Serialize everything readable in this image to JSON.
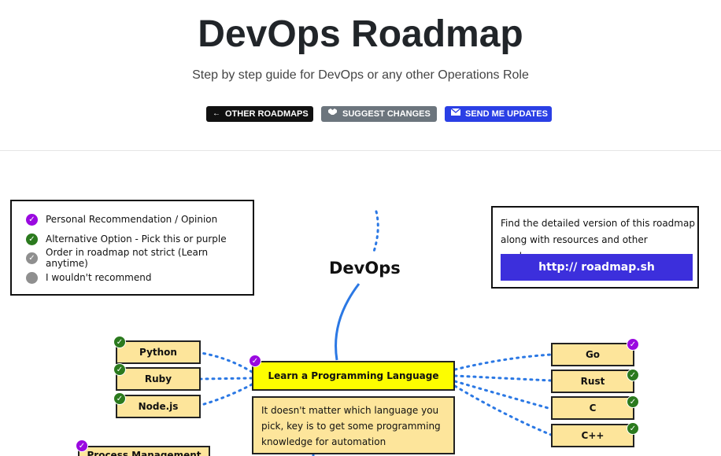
{
  "header": {
    "title": "DevOps Roadmap",
    "subtitle": "Step by step guide for DevOps or any other Operations Role",
    "buttons": {
      "other_roadmaps": "OTHER ROADMAPS",
      "suggest_changes": "SUGGEST CHANGES",
      "send_updates": "SEND ME UPDATES"
    }
  },
  "legend": {
    "items": [
      {
        "label": "Personal Recommendation / Opinion",
        "color": "purple"
      },
      {
        "label": "Alternative Option - Pick this or purple",
        "color": "green"
      },
      {
        "label": "Order in roadmap not strict (Learn anytime)",
        "color": "grey"
      },
      {
        "label": "I wouldn't recommend",
        "color": "grey"
      }
    ]
  },
  "info": {
    "text": "Find the detailed version of this roadmap along with resources and other roadmaps",
    "link": "http:// roadmap.sh"
  },
  "diagram": {
    "root": "DevOps",
    "main_topic": "Learn a Programming Language",
    "description": "It doesn't matter which language you pick, key is to get some programming knowledge for automation",
    "left_items": [
      "Python",
      "Ruby",
      "Node.js"
    ],
    "right_items": [
      "Go",
      "Rust",
      "C",
      "C++"
    ],
    "next_partial": "Process Management"
  },
  "colors": {
    "purple": "#9a09e0",
    "green": "#2b7a1e",
    "grey": "#8f8f8f",
    "yellow": "#fdfd00",
    "tan": "#fde59b",
    "link_blue": "#3c2fdc",
    "line_blue": "#2b78e4"
  }
}
